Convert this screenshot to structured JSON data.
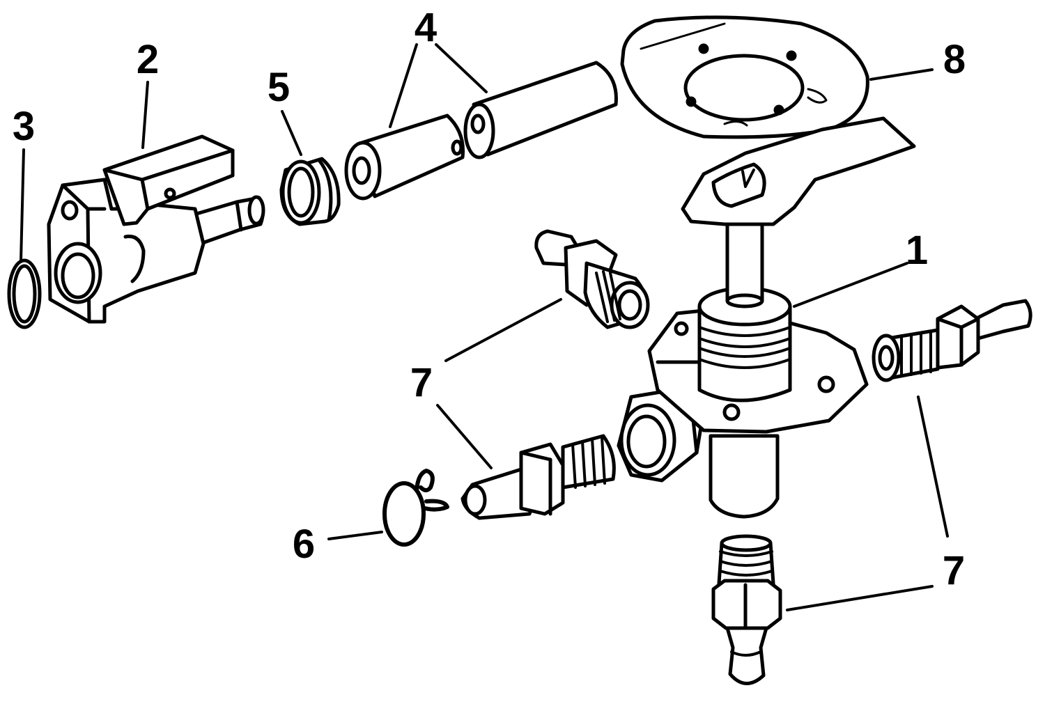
{
  "diagram": {
    "style": "exploded-view line drawing",
    "colors": {
      "ink": "#000000",
      "paper": "#ffffff",
      "fill": "#ffffff"
    },
    "labels": {
      "l1": "1",
      "l2": "2",
      "l3": "3",
      "l4": "4",
      "l5": "5",
      "l6": "6",
      "l7a": "7",
      "l7b": "7",
      "l8": "8"
    }
  }
}
